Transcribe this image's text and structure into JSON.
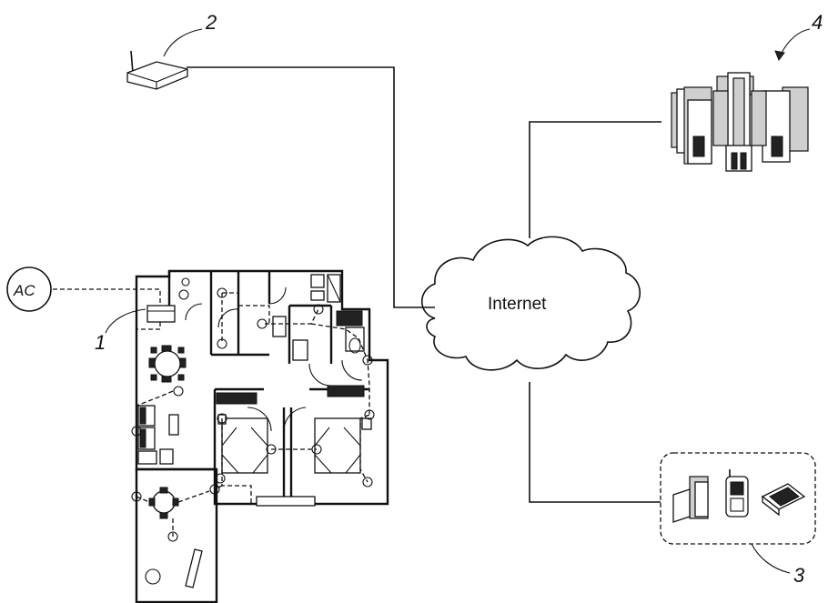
{
  "labels": {
    "home": "1",
    "router": "2",
    "client_devices": "3",
    "servers": "4",
    "internet": "Internet",
    "air_conditioner": "AC"
  }
}
